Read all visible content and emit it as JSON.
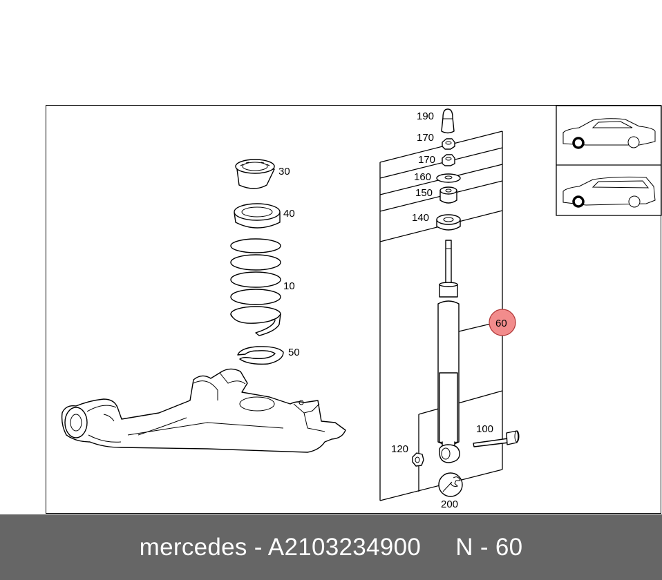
{
  "diagram": {
    "part_labels": {
      "p190": "190",
      "p170a": "170",
      "p170b": "170",
      "p160": "160",
      "p150": "150",
      "p140": "140",
      "p30": "30",
      "p40": "40",
      "p10": "10",
      "p50": "50",
      "p60": "60",
      "p100": "100",
      "p120": "120",
      "p200": "200"
    },
    "highlight_color": "#f28c8c",
    "vehicle_icons": [
      "sedan-icon",
      "wagon-icon"
    ]
  },
  "footer": {
    "brand": "mercedes",
    "sep1": " - ",
    "part_number": "A2103234900",
    "gap": "     ",
    "position": "N - 60",
    "background": "#666666"
  }
}
